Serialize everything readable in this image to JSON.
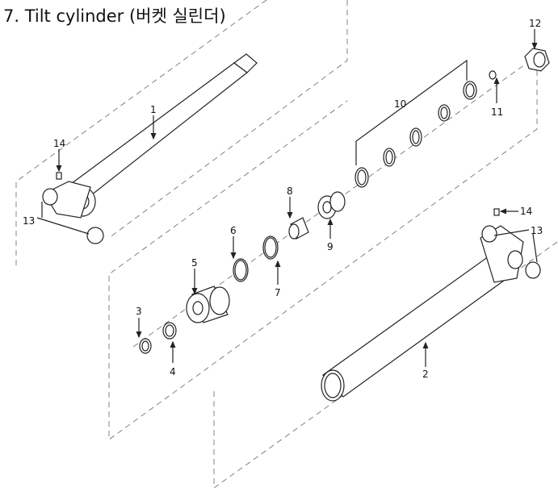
{
  "title": "7. Tilt cylinder (버켓 실린더)",
  "callouts": {
    "p1": "1",
    "p2": "2",
    "p3": "3",
    "p4": "4",
    "p5": "5",
    "p6": "6",
    "p7": "7",
    "p8": "8",
    "p9": "9",
    "p10": "10",
    "p11": "11",
    "p12": "12",
    "p13a": "13",
    "p13b": "13",
    "p14a": "14",
    "p14b": "14"
  }
}
